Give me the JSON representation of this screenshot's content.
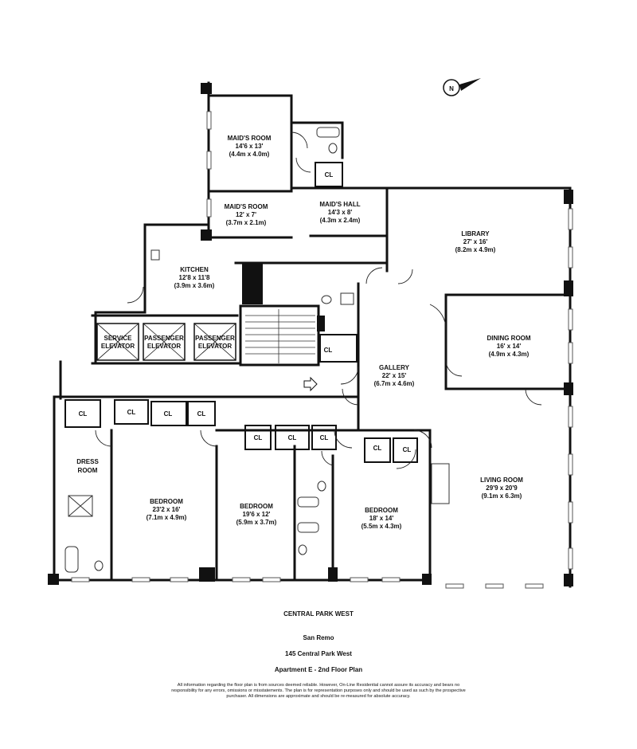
{
  "rooms": {
    "maids_room_1": {
      "name": "MAID'S ROOM",
      "dims": "14'6 x 13'",
      "metric": "(4.4m x 4.0m)"
    },
    "maids_room_2": {
      "name": "MAID'S ROOM",
      "dims": "12' x 7'",
      "metric": "(3.7m x 2.1m)"
    },
    "maids_hall": {
      "name": "MAID'S HALL",
      "dims": "14'3 x 8'",
      "metric": "(4.3m x 2.4m)"
    },
    "library": {
      "name": "LIBRARY",
      "dims": "27' x 16'",
      "metric": "(8.2m x 4.9m)"
    },
    "kitchen": {
      "name": "KITCHEN",
      "dims": "12'8 x 11'8",
      "metric": "(3.9m x 3.6m)"
    },
    "dining_room": {
      "name": "DINING ROOM",
      "dims": "16' x 14'",
      "metric": "(4.9m x 4.3m)"
    },
    "gallery": {
      "name": "GALLERY",
      "dims": "22' x 15'",
      "metric": "(6.7m x 4.6m)"
    },
    "living_room": {
      "name": "LIVING ROOM",
      "dims": "29'9 x 20'9",
      "metric": "(9.1m x 6.3m)"
    },
    "bedroom_1": {
      "name": "BEDROOM",
      "dims": "23'2 x 16'",
      "metric": "(7.1m x 4.9m)"
    },
    "bedroom_2": {
      "name": "BEDROOM",
      "dims": "19'6 x 12'",
      "metric": "(5.9m x 3.7m)"
    },
    "bedroom_3": {
      "name": "BEDROOM",
      "dims": "18' x 14'",
      "metric": "(5.5m x 4.3m)"
    },
    "dress_room": {
      "line1": "DRESS",
      "line2": "ROOM"
    }
  },
  "elevators": {
    "service": {
      "line1": "SERVICE",
      "line2": "ELEVATOR"
    },
    "passenger_1": {
      "line1": "PASSENGER",
      "line2": "ELEVATOR"
    },
    "passenger_2": {
      "line1": "PASSENGER",
      "line2": "ELEVATOR"
    }
  },
  "closet_label": "CL",
  "compass_letter": "N",
  "caption": {
    "street": "CENTRAL PARK WEST",
    "building": "San Remo",
    "address": "145 Central Park West",
    "unit": "Apartment E - 2nd Floor Plan"
  },
  "disclaimer": "All information regarding the floor plan is from sources deemed reliable.  However, On-Line Residential cannot assure its accuracy and bears no responsibility for any errors, omissions or misstatements.  The plan is for representation purposes only and should be used as such by the prospective purchaser.  All dimensions are approximate and should be re-measured for absolute accuracy."
}
